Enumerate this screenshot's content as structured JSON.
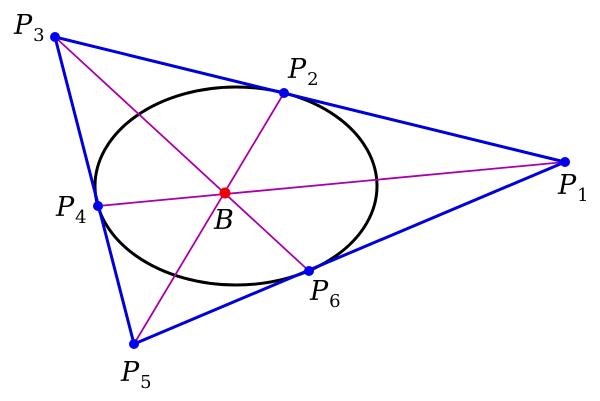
{
  "colors": {
    "triangle": "#0000dd",
    "cevian": "#aa00aa",
    "ellipse": "#000000",
    "vertex_point": "#0000ee",
    "center_point": "#ee0000"
  },
  "points": {
    "P1": {
      "letter": "P",
      "sub": "1"
    },
    "P2": {
      "letter": "P",
      "sub": "2"
    },
    "P3": {
      "letter": "P",
      "sub": "3"
    },
    "P4": {
      "letter": "P",
      "sub": "4"
    },
    "P5": {
      "letter": "P",
      "sub": "5"
    },
    "P6": {
      "letter": "P",
      "sub": "6"
    },
    "B": {
      "letter": "B"
    }
  }
}
